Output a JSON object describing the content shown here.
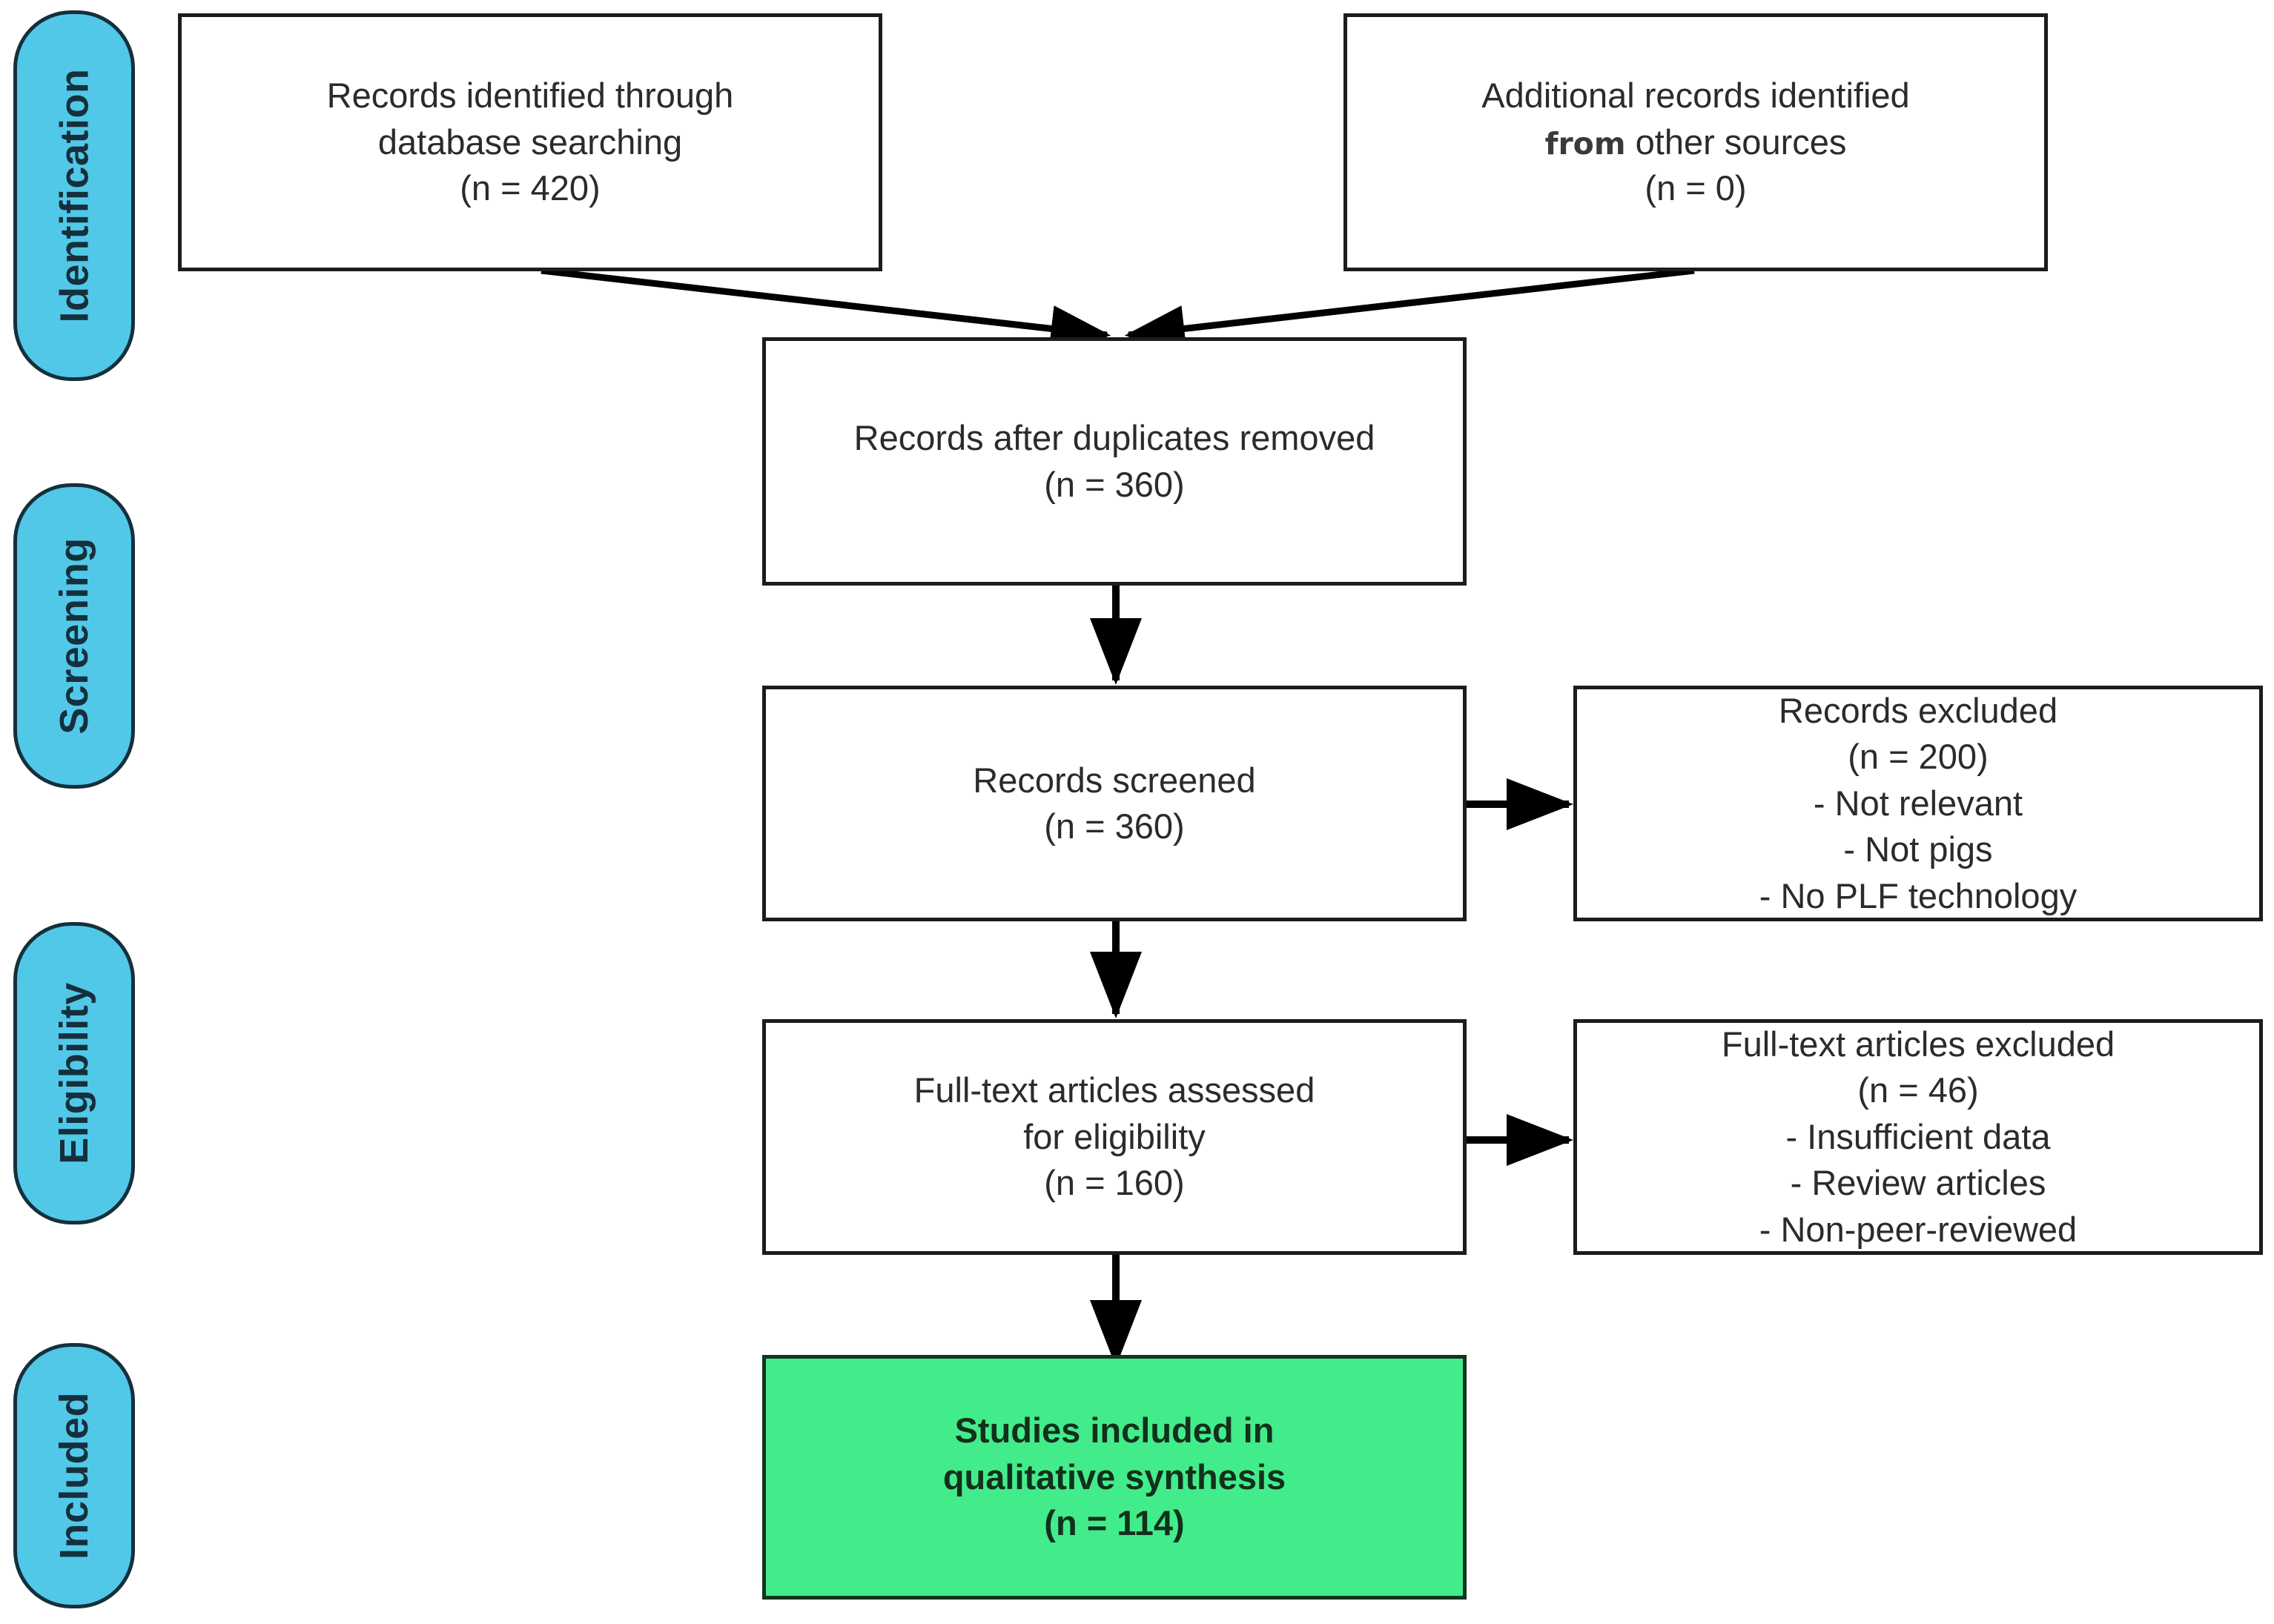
{
  "diagram": {
    "title": "PRISMA flow diagram",
    "type": "prisma-flow-diagram",
    "colors": {
      "stage_pill_fill": "#52c8e8",
      "stage_pill_border": "#14303c",
      "box_border": "#1c1c1c",
      "box_fill": "#ffffff",
      "included_fill": "#43ec8b",
      "included_border": "#13341f",
      "connector": "#000000",
      "background": "#ffffff"
    }
  },
  "stages": [
    {
      "id": "identification",
      "label": "Identification"
    },
    {
      "id": "screening",
      "label": "Screening"
    },
    {
      "id": "eligibility",
      "label": "Eligibility"
    },
    {
      "id": "included",
      "label": "Included"
    }
  ],
  "boxes": {
    "database_search": {
      "line1": "Records identified through",
      "line2": "database searching",
      "line3": "(n = 420)",
      "n": 420
    },
    "other_sources": {
      "line1": "Additional records identified",
      "line2_prefix": "from",
      "line2_rest": " other sources",
      "line3": "(n = 0)",
      "n": 0
    },
    "duplicates_removed": {
      "line1": "Records after duplicates removed",
      "line2": "(n = 360)",
      "n": 360
    },
    "records_screened": {
      "line1": "Records screened",
      "line2": "(n = 360)",
      "n": 360
    },
    "records_excluded": {
      "line1": "Records excluded",
      "line2": "(n = 200)",
      "line3": "- Not relevant",
      "line4": "- Not pigs",
      "line5": "- No PLF technology",
      "n": 200
    },
    "fulltext_assessed": {
      "line1": "Full-text articles assessed",
      "line2": "for eligibility",
      "line3": "(n = 160)",
      "n": 160
    },
    "fulltext_excluded": {
      "line1": "Full-text articles excluded",
      "line2": "(n = 46)",
      "line3": "- Insufficient data",
      "line4": "- Review articles",
      "line5": "- Non-peer-reviewed",
      "n": 46
    },
    "studies_included": {
      "line1": "Studies included in",
      "line2": "qualitative synthesis",
      "line3": "(n = 114)",
      "n": 114
    }
  },
  "chart_data": {
    "type": "diagram",
    "title": "PRISMA flow diagram",
    "nodes": [
      {
        "id": "database_search",
        "stage": "Identification",
        "label": "Records identified through database searching",
        "n": 420
      },
      {
        "id": "other_sources",
        "stage": "Identification",
        "label": "Additional records identified from other sources",
        "n": 0
      },
      {
        "id": "duplicates_removed",
        "stage": "Screening",
        "label": "Records after duplicates removed",
        "n": 360
      },
      {
        "id": "records_screened",
        "stage": "Screening",
        "label": "Records screened",
        "n": 360
      },
      {
        "id": "records_excluded",
        "stage": "Screening",
        "label": "Records excluded",
        "n": 200,
        "reasons": [
          "Not relevant",
          "Not pigs",
          "No PLF technology"
        ]
      },
      {
        "id": "fulltext_assessed",
        "stage": "Eligibility",
        "label": "Full-text articles assessed for eligibility",
        "n": 160
      },
      {
        "id": "fulltext_excluded",
        "stage": "Eligibility",
        "label": "Full-text articles excluded",
        "n": 46,
        "reasons": [
          "Insufficient data",
          "Review articles",
          "Non-peer-reviewed"
        ]
      },
      {
        "id": "studies_included",
        "stage": "Included",
        "label": "Studies included in qualitative synthesis",
        "n": 114
      }
    ],
    "edges": [
      {
        "from": "database_search",
        "to": "duplicates_removed"
      },
      {
        "from": "other_sources",
        "to": "duplicates_removed"
      },
      {
        "from": "duplicates_removed",
        "to": "records_screened"
      },
      {
        "from": "records_screened",
        "to": "records_excluded"
      },
      {
        "from": "records_screened",
        "to": "fulltext_assessed"
      },
      {
        "from": "fulltext_assessed",
        "to": "fulltext_excluded"
      },
      {
        "from": "fulltext_assessed",
        "to": "studies_included"
      }
    ]
  }
}
